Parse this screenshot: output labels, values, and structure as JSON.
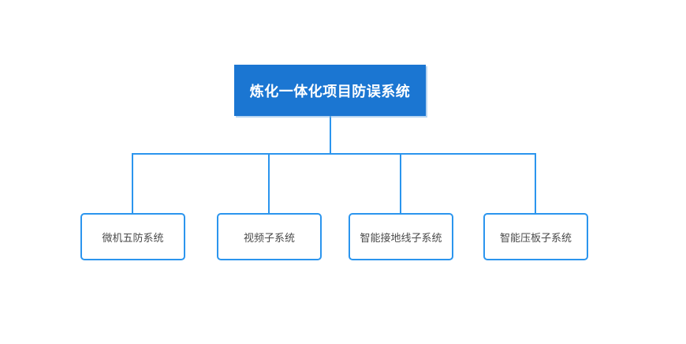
{
  "diagram": {
    "root": {
      "label": "炼化一体化项目防误系统"
    },
    "children": [
      {
        "label": "微机五防系统"
      },
      {
        "label": "视频子系统"
      },
      {
        "label": "智能接地线子系统"
      },
      {
        "label": "智能压板子系统"
      }
    ],
    "colors": {
      "root_fill": "#1B76D2",
      "root_text": "#FFFFFF",
      "connector": "#2B95EE",
      "node_border": "#2B95EE",
      "node_text": "#4A4A4A",
      "background": "#FFFFFF"
    }
  }
}
